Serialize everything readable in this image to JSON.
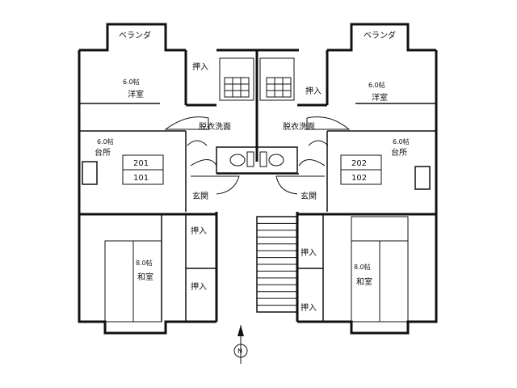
{
  "labels": {
    "veranda_left": "ベランダ",
    "veranda_right": "ベランダ",
    "closet_upper_left": "押入",
    "closet_upper_right": "押入",
    "western_left_size": "6.0帖",
    "western_left_name": "洋室",
    "western_right_size": "6.0帖",
    "western_right_name": "洋室",
    "wash_left": "脱衣洗面",
    "wash_right": "脱衣洗面",
    "kitchen_left_size": "6.0帖",
    "kitchen_left_name": "台所",
    "kitchen_right_size": "6.0帖",
    "kitchen_right_name": "台所",
    "unit_left_top": "201",
    "unit_left_bottom": "101",
    "unit_right_top": "202",
    "unit_right_bottom": "102",
    "entrance_left": "玄関",
    "entrance_right": "玄関",
    "closet_mid_left_1": "押入",
    "closet_mid_left_2": "押入",
    "closet_mid_right_1": "押入",
    "closet_mid_right_2": "押入",
    "japanese_left_size": "8.0帖",
    "japanese_left_name": "和室",
    "japanese_right_size": "8.0帖",
    "japanese_right_name": "和室",
    "north": "N"
  },
  "stairs": {
    "steps": 14
  }
}
